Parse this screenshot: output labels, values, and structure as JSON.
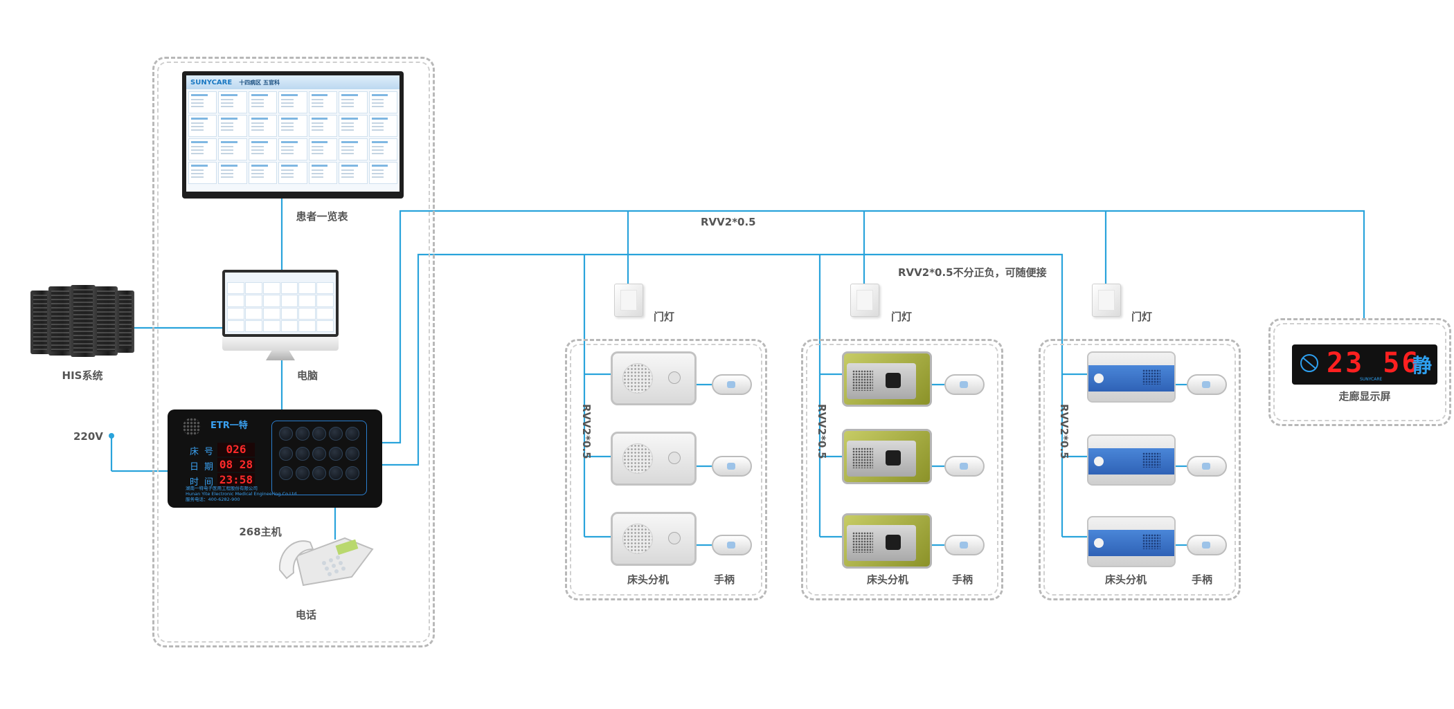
{
  "labels": {
    "patient_list": "患者一览表",
    "his": "HIS系统",
    "computer": "电脑",
    "power": "220V",
    "host": "268主机",
    "phone": "电话",
    "cable_main": "RVV2*0.5",
    "cable_note": "RVV2*0.5不分正负，可随便接",
    "door_light": "门灯",
    "bedside": "床头分机",
    "handset": "手柄",
    "corridor_display": "走廊显示屏",
    "cable_vertical": "RVV2*0.5"
  },
  "big_screen": {
    "logo": "SUNYCARE",
    "title": "十四病区 五官科"
  },
  "monitor": {
    "apple_glyph": ""
  },
  "host": {
    "brand": "ETR一特",
    "bed_label": "床号",
    "date_label": "日期",
    "time_label": "时间",
    "bed_value": "026",
    "date_value": "08 28",
    "time_value": "23:58",
    "company": "湖南一特电子医用工程股份有限公司",
    "company_en": "Hunan Yite Electronic Medical Engineering Co.Ltd",
    "hotline": "服务电话：400-6282-900"
  },
  "corridor": {
    "digits": "23 56",
    "status": "静",
    "brand": "SUNYCARE"
  },
  "colors": {
    "wire": "#29a3db",
    "dash": "#b8b8b8",
    "led_red": "#ff2020",
    "led_blue": "#2ea0f0"
  },
  "icons": {
    "no_smoking": "no-smoking-icon"
  }
}
